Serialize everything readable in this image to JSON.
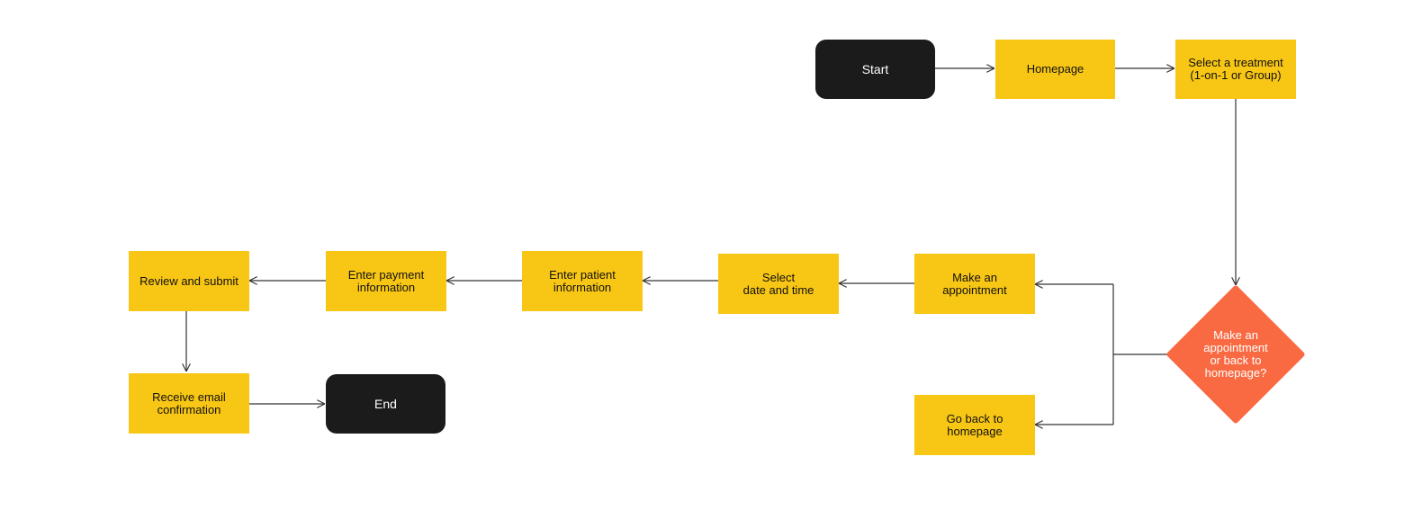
{
  "diagram": {
    "colors": {
      "step": "#f8c614",
      "terminal": "#1b1b1b",
      "decision": "#fa6a42",
      "connector": "#333333"
    },
    "nodes": {
      "start": "Start",
      "homepage": "Homepage",
      "select_treatment": "Select a treatment\n(1-on-1 or Group)",
      "decision": "Make an\nappointment\nor back to\nhomepage?",
      "make_appointment": "Make an\nappointment",
      "go_back": "Go back to\nhomepage",
      "select_date": "Select\ndate and time",
      "patient_info": "Enter patient\ninformation",
      "payment_info": "Enter payment\ninformation",
      "review": "Review and submit",
      "receive_email": "Receive email\nconfirmation",
      "end": "End"
    },
    "edges": [
      {
        "from": "start",
        "to": "homepage"
      },
      {
        "from": "homepage",
        "to": "select_treatment"
      },
      {
        "from": "select_treatment",
        "to": "decision"
      },
      {
        "from": "decision",
        "to": "make_appointment"
      },
      {
        "from": "decision",
        "to": "go_back"
      },
      {
        "from": "make_appointment",
        "to": "select_date"
      },
      {
        "from": "select_date",
        "to": "patient_info"
      },
      {
        "from": "patient_info",
        "to": "payment_info"
      },
      {
        "from": "payment_info",
        "to": "review"
      },
      {
        "from": "review",
        "to": "receive_email"
      },
      {
        "from": "receive_email",
        "to": "end"
      }
    ]
  }
}
